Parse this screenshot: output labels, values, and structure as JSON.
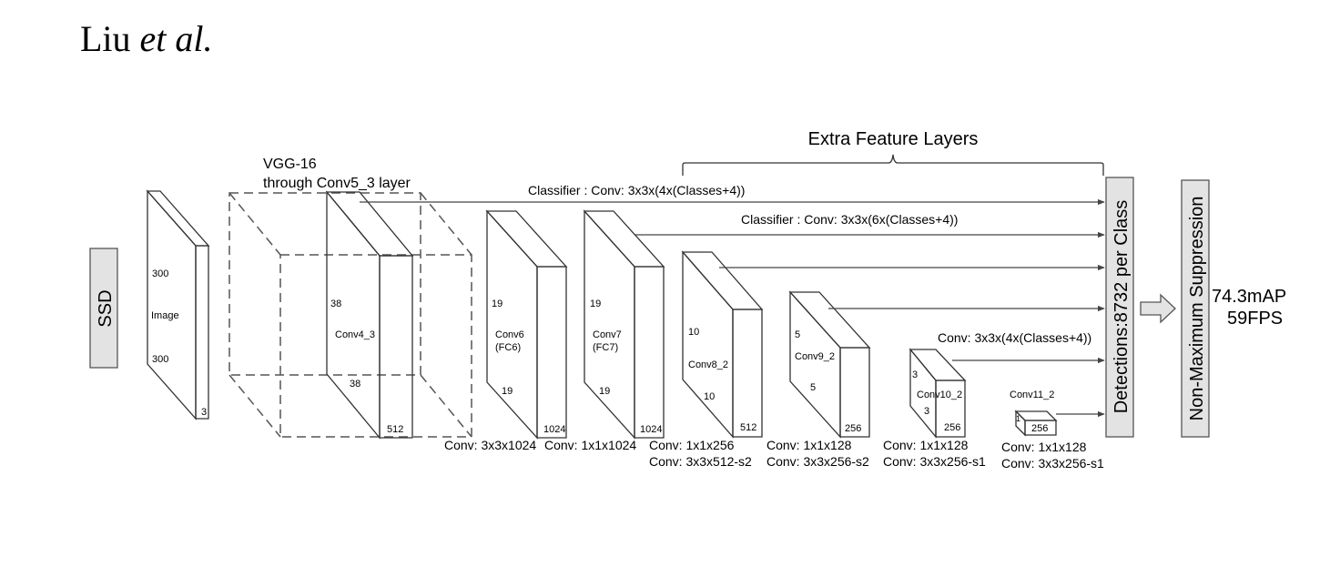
{
  "author": {
    "name": "Liu ",
    "etal": "et al."
  },
  "ssd_label": "SSD",
  "vgg": {
    "line1": "VGG-16",
    "line2": "through Conv5_3 layer"
  },
  "extra_feature_layers": "Extra Feature Layers",
  "classifier1": "Classifier : Conv: 3x3x(4x(Classes+4))",
  "classifier2": "Classifier : Conv: 3x3x(6x(Classes+4))",
  "classifier3": "Conv: 3x3x(4x(Classes+4))",
  "image_block": {
    "name": "Image",
    "h": "300",
    "w": "300",
    "c": "3"
  },
  "conv4_3": {
    "name": "Conv4_3",
    "h": "38",
    "w": "38",
    "c": "512"
  },
  "conv6": {
    "name": "Conv6",
    "sub": "(FC6)",
    "h": "19",
    "w": "19",
    "c": "1024",
    "op": "Conv: 3x3x1024"
  },
  "conv7": {
    "name": "Conv7",
    "sub": "(FC7)",
    "h": "19",
    "w": "19",
    "c": "1024",
    "op": "Conv: 1x1x1024"
  },
  "conv8_2": {
    "name": "Conv8_2",
    "h": "10",
    "w": "10",
    "c": "512",
    "op1": "Conv:  1x1x256",
    "op2": "Conv:  3x3x512-s2"
  },
  "conv9_2": {
    "name": "Conv9_2",
    "h": "5",
    "w": "5",
    "c": "256",
    "op1": "Conv:  1x1x128",
    "op2": "Conv: 3x3x256-s2"
  },
  "conv10_2": {
    "name": "Conv10_2",
    "h": "3",
    "w": "3",
    "c": "256",
    "op1": "Conv:  1x1x128",
    "op2": "Conv: 3x3x256-s1"
  },
  "conv11_2": {
    "name": "Conv11_2",
    "h": "1",
    "c": "256",
    "op1": "Conv:  1x1x128",
    "op2": "Conv:  3x3x256-s1"
  },
  "detections": "Detections:8732  per Class",
  "nms": "Non-Maximum Suppression",
  "result": {
    "map": "74.3mAP",
    "fps": "59FPS"
  }
}
